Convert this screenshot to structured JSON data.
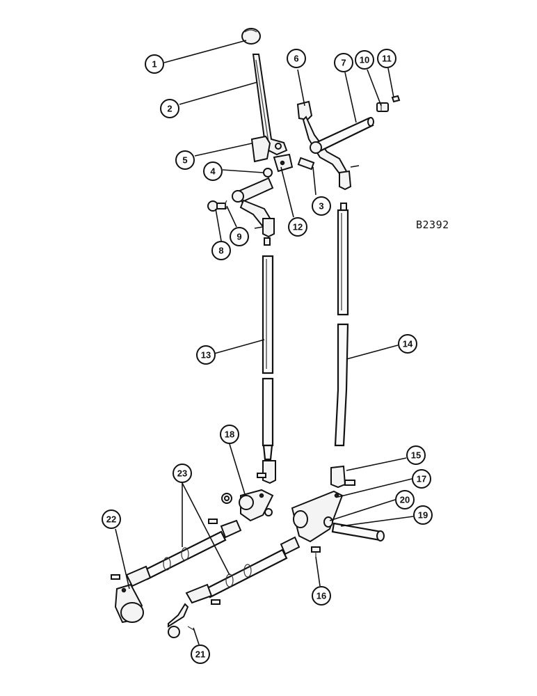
{
  "figure_id": "B2392",
  "callouts": [
    "1",
    "2",
    "3",
    "4",
    "5",
    "6",
    "7",
    "8",
    "9",
    "10",
    "11",
    "12",
    "13",
    "14",
    "15",
    "16",
    "16",
    "17",
    "18",
    "19",
    "20",
    "21",
    "22",
    "23"
  ],
  "icons": {
    "gear_shift_lever": "lever-icon",
    "shift_rod": "rod-icon",
    "clevis": "clevis-icon"
  }
}
